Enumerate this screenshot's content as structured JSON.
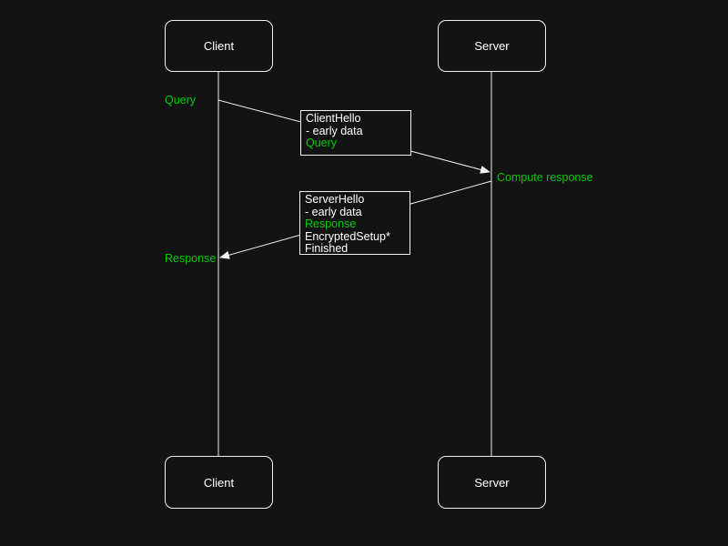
{
  "colors": {
    "background": "#131313",
    "line": "#f2f2f2",
    "accent_green": "#00cc00",
    "text": "#ffffff"
  },
  "actors": {
    "client": "Client",
    "server": "Server"
  },
  "labels": {
    "query": "Query",
    "response": "Response",
    "compute_response": "Compute response"
  },
  "messages": [
    {
      "from": "Client",
      "to": "Server",
      "lines": [
        {
          "text": "ClientHello",
          "highlight": false
        },
        {
          "text": "- early data",
          "highlight": false
        },
        {
          "text": "Query",
          "highlight": true
        }
      ]
    },
    {
      "from": "Server",
      "to": "Client",
      "lines": [
        {
          "text": "ServerHello",
          "highlight": false
        },
        {
          "text": "- early data",
          "highlight": false
        },
        {
          "text": "Response",
          "highlight": true
        },
        {
          "text": "EncryptedSetup*",
          "highlight": false
        },
        {
          "text": "Finished",
          "highlight": false
        }
      ]
    }
  ]
}
